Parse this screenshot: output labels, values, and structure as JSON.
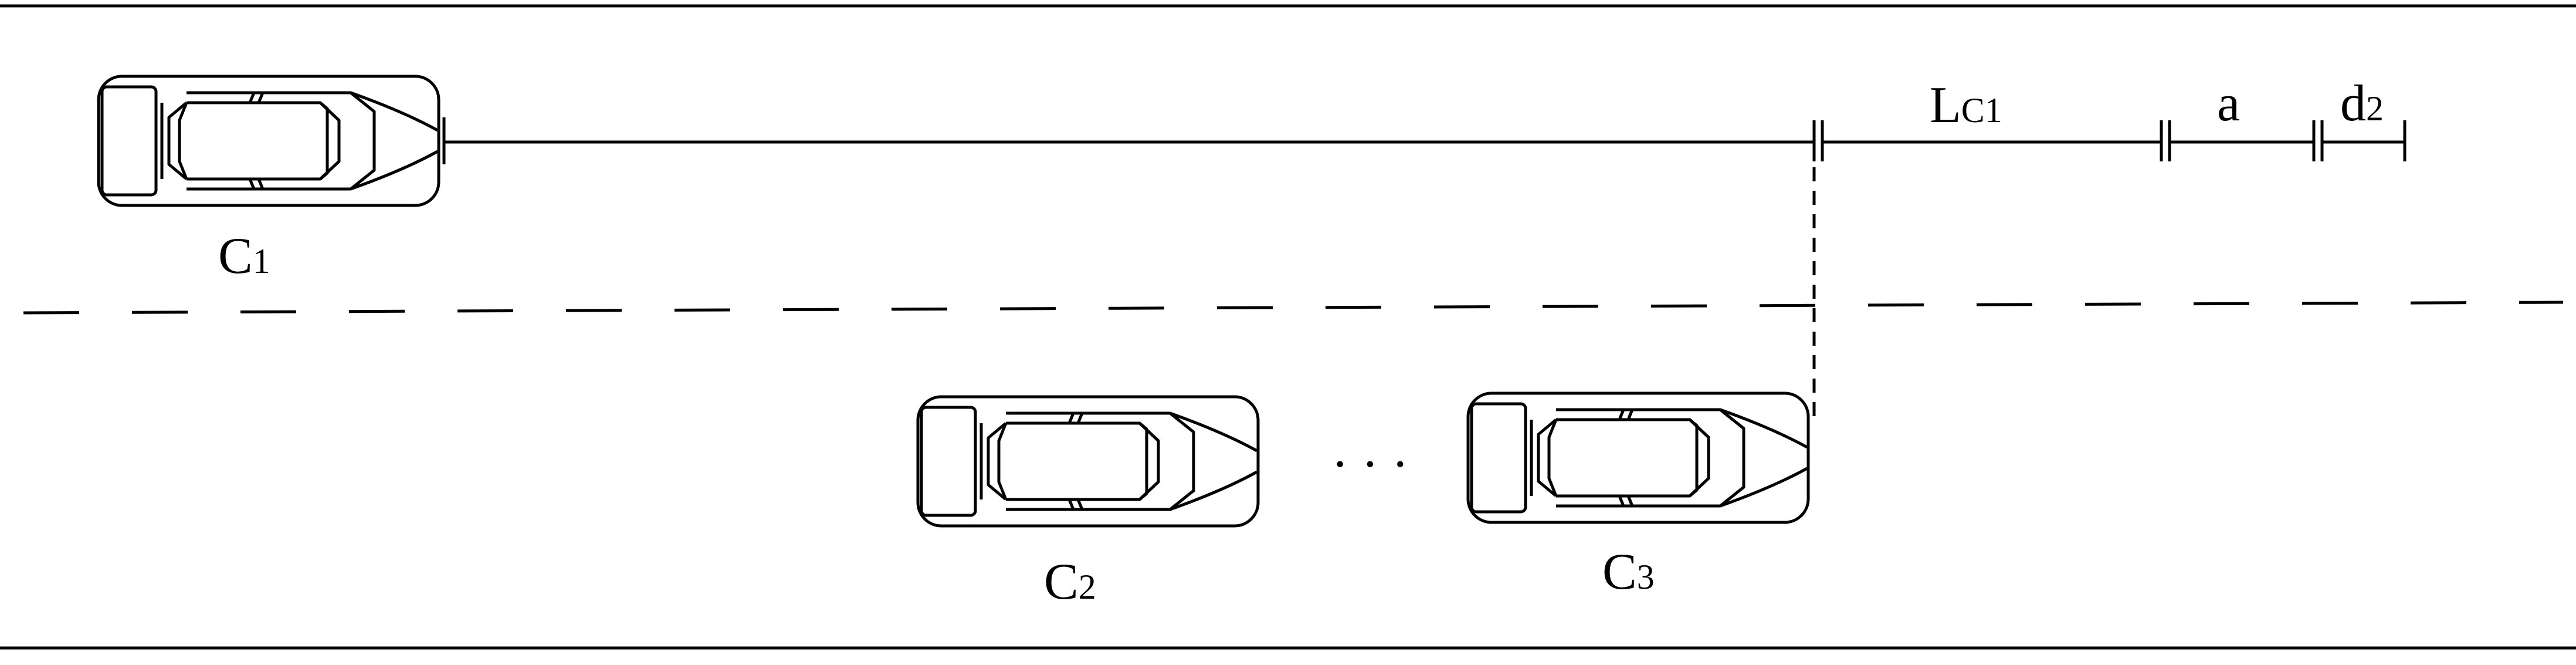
{
  "labels": {
    "car1": {
      "main": "C",
      "sub": "1"
    },
    "car2": {
      "main": "C",
      "sub": "2"
    },
    "car3": {
      "main": "C",
      "sub": "3"
    },
    "segment_lc1": {
      "main": "L",
      "sub": "C1"
    },
    "segment_a": "a",
    "segment_d2": {
      "main": "d",
      "sub": "2"
    },
    "ellipsis": "· · ·"
  },
  "colors": {
    "line": "#000000",
    "background": "#ffffff"
  }
}
